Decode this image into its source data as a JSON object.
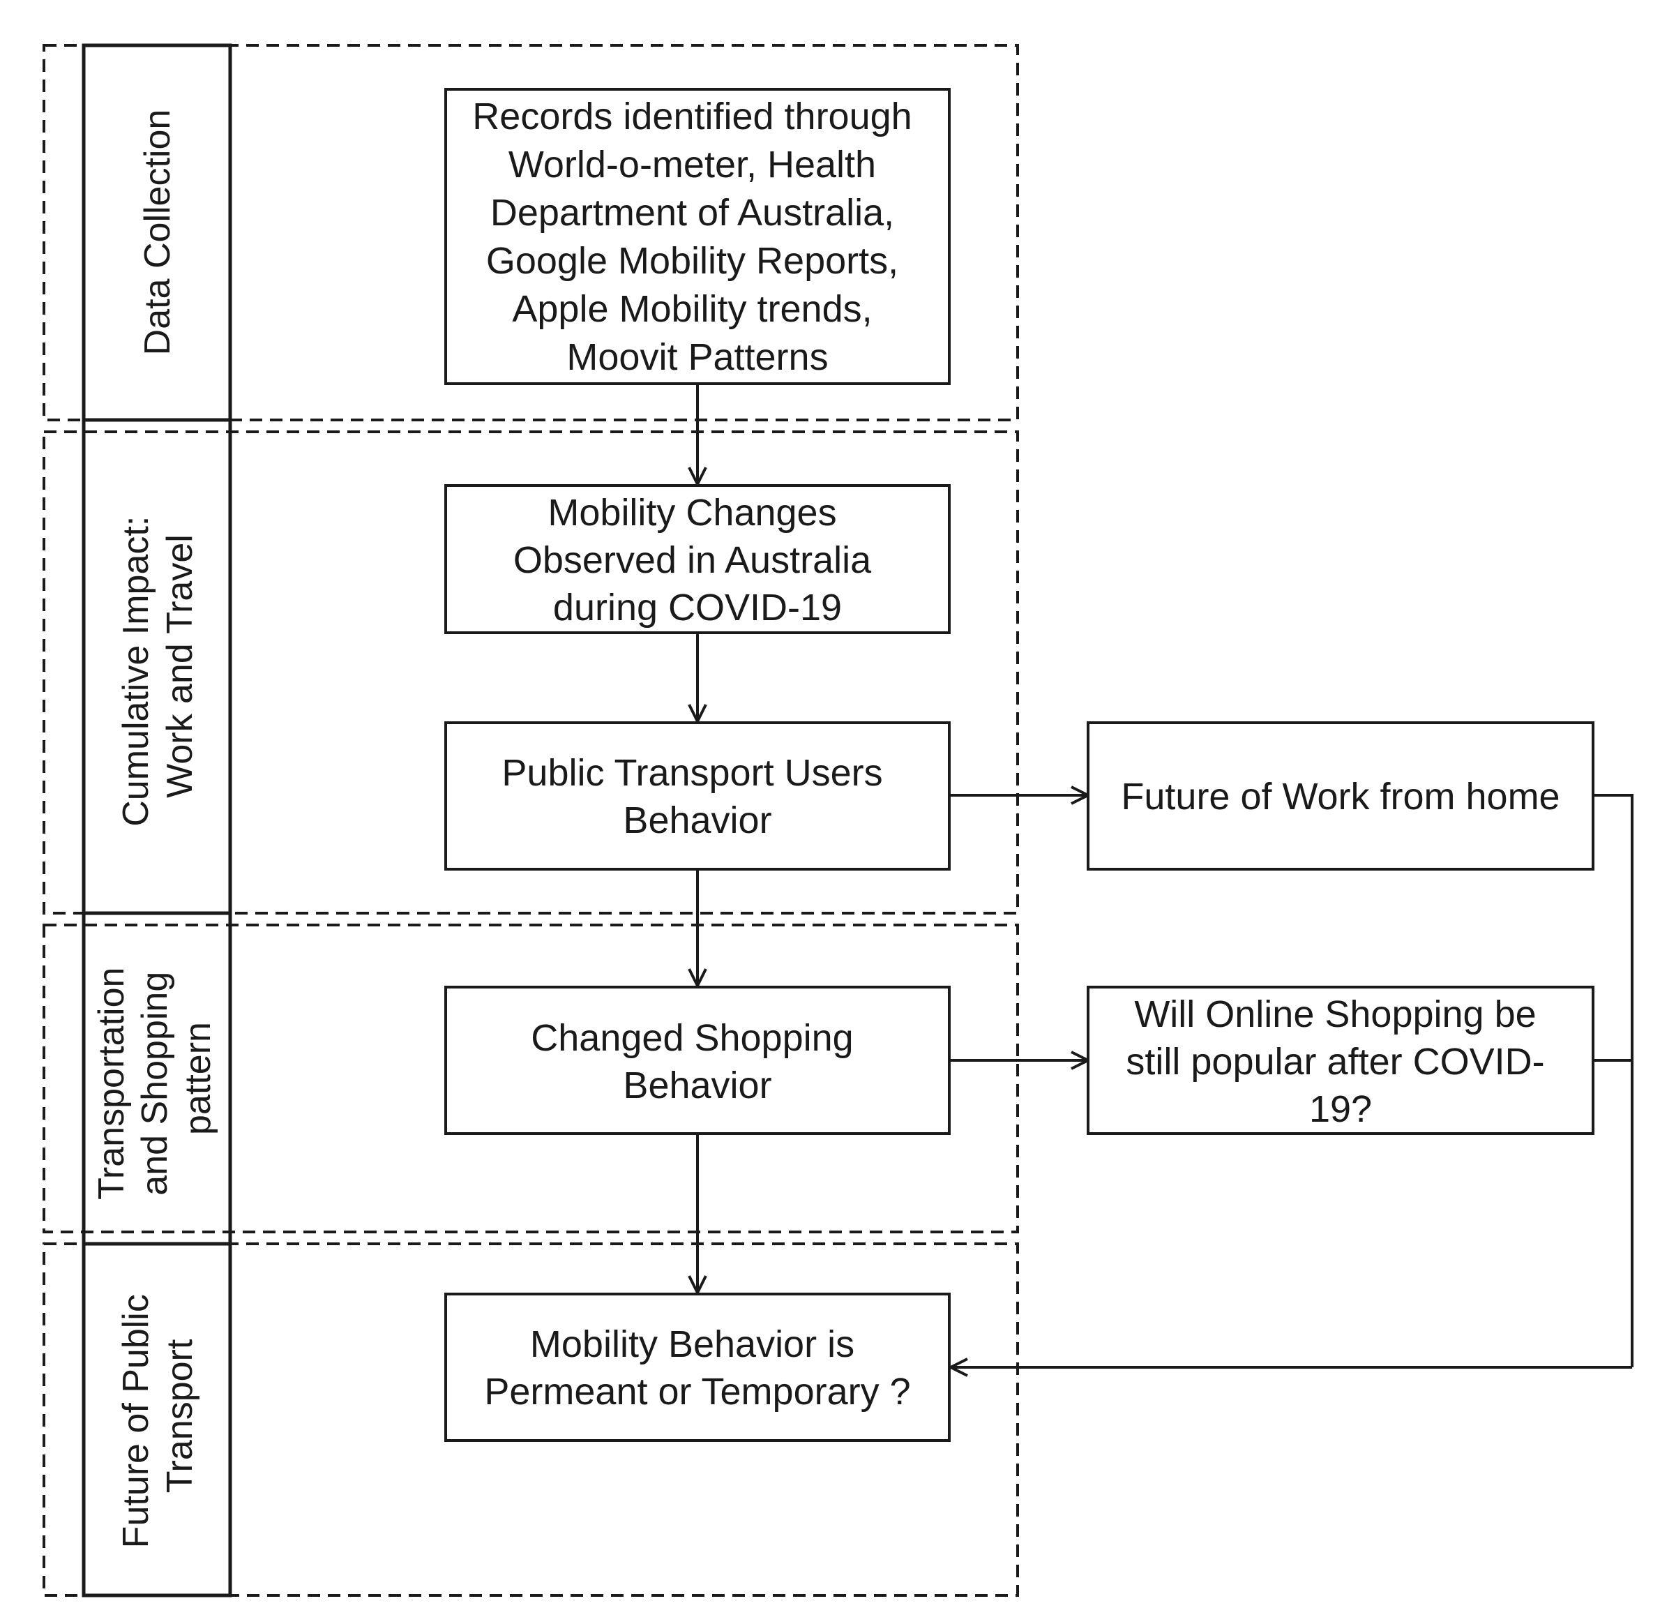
{
  "sections": [
    {
      "id": "data-collection",
      "label_lines": [
        "Data Collection"
      ]
    },
    {
      "id": "cumulative-impact",
      "label_lines": [
        "Cumulative Impact:",
        "Work and Travel"
      ]
    },
    {
      "id": "transportation-shopping",
      "label_lines": [
        "Transportation",
        "and Shopping",
        "pattern"
      ]
    },
    {
      "id": "future-public-transport",
      "label_lines": [
        "Future of Public",
        "Transport"
      ]
    }
  ],
  "boxes": [
    {
      "id": "records",
      "lines": [
        "Records identified through",
        "World-o-meter, Health",
        "Department of Australia,",
        "Google Mobility Reports,",
        "Apple Mobility trends,",
        "Moovit Patterns"
      ]
    },
    {
      "id": "mobility-changes",
      "lines": [
        "Mobility Changes",
        "Observed in Australia",
        "during COVID-19"
      ]
    },
    {
      "id": "public-transport-users",
      "lines": [
        "Public Transport Users",
        "Behavior"
      ]
    },
    {
      "id": "future-work-home",
      "lines": [
        "Future of Work from home"
      ]
    },
    {
      "id": "changed-shopping",
      "lines": [
        "Changed Shopping",
        "Behavior"
      ]
    },
    {
      "id": "online-shopping",
      "lines": [
        "Will Online Shopping be",
        "still popular after COVID-",
        "19?"
      ]
    },
    {
      "id": "mobility-permanent",
      "lines": [
        "Mobility Behavior is",
        "Permeant or Temporary ?"
      ]
    }
  ]
}
